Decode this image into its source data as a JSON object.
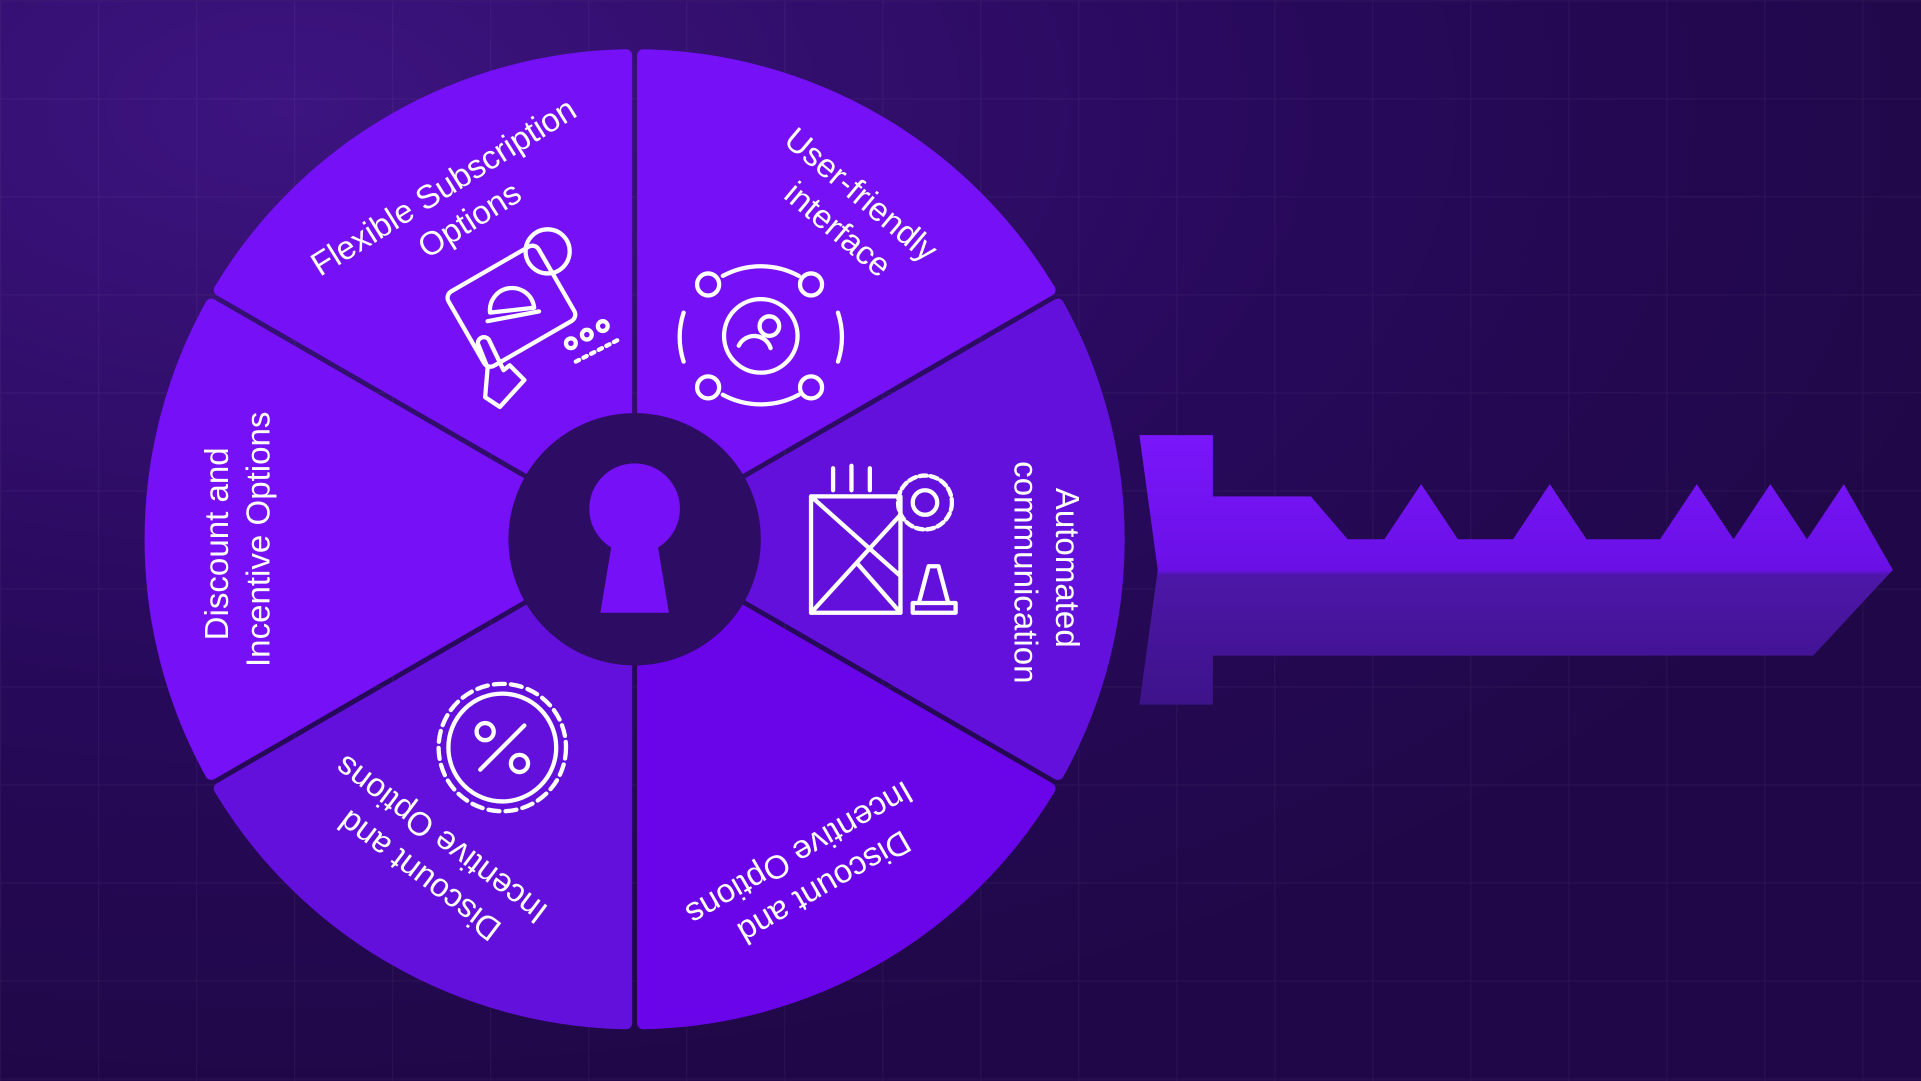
{
  "colors": {
    "background": "#250a55",
    "segment_primary": "#7510f7",
    "segment_alt": "#6a05ea",
    "segment_dark": "#6410dd",
    "hub": "#2d0c63",
    "key": "#7412f5"
  },
  "segments": [
    {
      "label_lines": [
        "Flexible Subscription",
        "Options"
      ],
      "icon": "subscription-payment-icon"
    },
    {
      "label_lines": [
        "User-friendly",
        "interface"
      ],
      "icon": "user-network-icon"
    },
    {
      "label_lines": [
        "Automated",
        "communication"
      ],
      "icon": "mail-automation-icon"
    },
    {
      "label_lines": [
        "Discount and",
        "Incentive Options"
      ],
      "icon": ""
    },
    {
      "label_lines": [
        "Discount and",
        "Incentive Options"
      ],
      "icon": "percent-badge-icon"
    },
    {
      "label_lines": [
        "Discount and",
        "Incentive Options"
      ],
      "icon": ""
    }
  ],
  "center_icon": "keyhole-icon"
}
